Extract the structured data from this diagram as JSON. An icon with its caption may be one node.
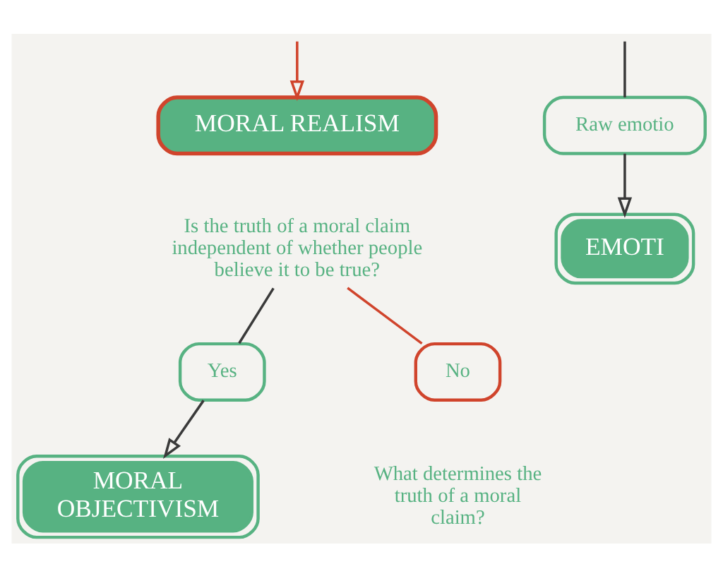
{
  "diagram": {
    "nodes": [
      {
        "text": [
          "MORAL REALISM"
        ]
      },
      {
        "text": [
          "Is the truth of a moral claim independent of whether people believe it to be true?"
        ]
      },
      {
        "text": [
          "Raw emotio"
        ]
      },
      {
        "text": [
          "Yes"
        ]
      },
      {
        "text": [
          "No"
        ],
        "beside": [
          "What determines the truth of a moral claim?"
        ]
      },
      {
        "text": [
          "EMOTI"
        ]
      },
      {
        "text": [
          "MORAL OBJECTIVISM"
        ]
      }
    ],
    "edges": [
      {
        "from": null,
        "to": 0,
        "arrow": "to",
        "color": "#d0442c"
      },
      {
        "from": null,
        "to": 2,
        "arrow": "none"
      },
      {
        "from": 1,
        "to": 3,
        "arrow": "none"
      },
      {
        "from": 1,
        "to": 4,
        "arrow": "none",
        "color": "#d0442c"
      },
      {
        "from": 2,
        "to": 5,
        "arrow": "to"
      },
      {
        "from": 3,
        "to": 6,
        "arrow": "to"
      }
    ]
  }
}
